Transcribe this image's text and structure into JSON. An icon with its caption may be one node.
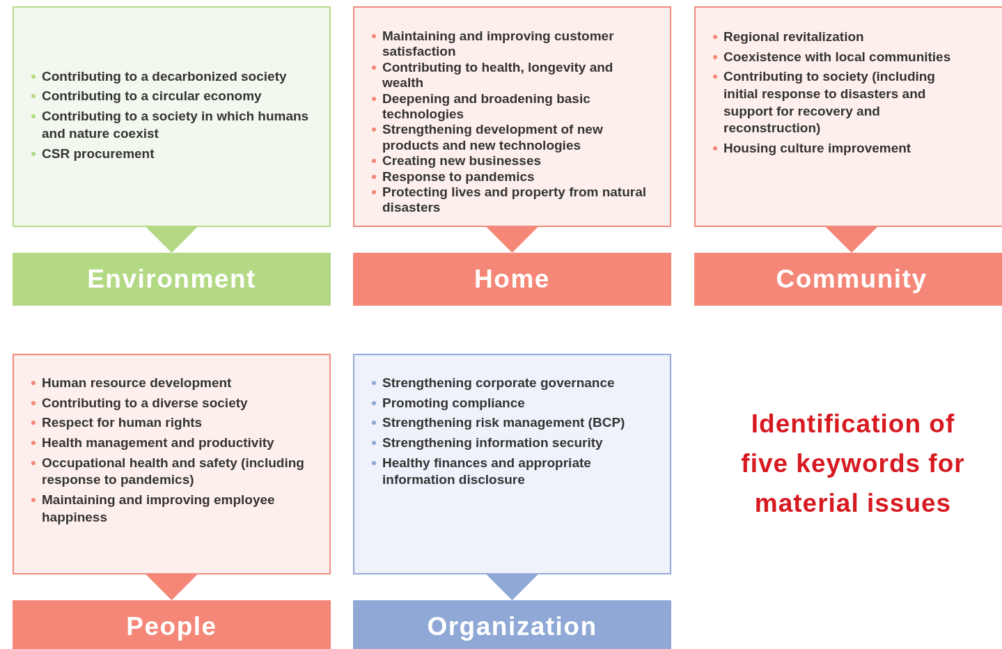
{
  "diagram": {
    "nodes": [
      {
        "text": [
          "Contributing to a decarbonized society",
          "Contributing to a circular economy",
          "Contributing to a society in which humans and nature coexist",
          "CSR procurement"
        ]
      },
      {
        "text": [
          "Environment"
        ]
      },
      {
        "text": [
          "Maintaining and improving customer satisfaction",
          "Contributing to health, longevity and wealth",
          "Deepening and broadening basic technologies",
          "Strengthening development of new products and new technologies",
          "Creating new businesses",
          "Response to pandemics",
          "Protecting lives and property from natural disasters"
        ]
      },
      {
        "text": [
          "Home"
        ]
      },
      {
        "text": [
          "Regional revitalization",
          "Coexistence with local communities",
          "Contributing to society (including initial response to disasters and support for recovery and reconstruction)",
          "Housing culture improvement"
        ]
      },
      {
        "text": [
          "Community"
        ]
      },
      {
        "text": [
          "Human resource development",
          "Contributing to a diverse society",
          "Respect for human rights",
          "Health management and productivity",
          "Occupational health and safety (including response to pandemics)",
          "Maintaining and improving employee happiness"
        ]
      },
      {
        "text": [
          "People"
        ]
      },
      {
        "text": [
          "Strengthening corporate governance",
          "Promoting compliance",
          "Strengthening risk management (BCP)",
          "Strengthening information security",
          "Healthy finances and appropriate information disclosure"
        ]
      },
      {
        "text": [
          "Organization"
        ]
      }
    ],
    "edges": [
      {
        "from": 0,
        "to": 1,
        "arrow": "to",
        "color": "#b3d984"
      },
      {
        "from": 2,
        "to": 3,
        "arrow": "to"
      },
      {
        "from": 4,
        "to": 5,
        "arrow": "to"
      },
      {
        "from": 6,
        "to": 7,
        "arrow": "to"
      },
      {
        "from": 8,
        "to": 9,
        "arrow": "to",
        "color": "#8fa8d6"
      }
    ],
    "labels": [
      "Identification of five keywords for material issues"
    ]
  }
}
